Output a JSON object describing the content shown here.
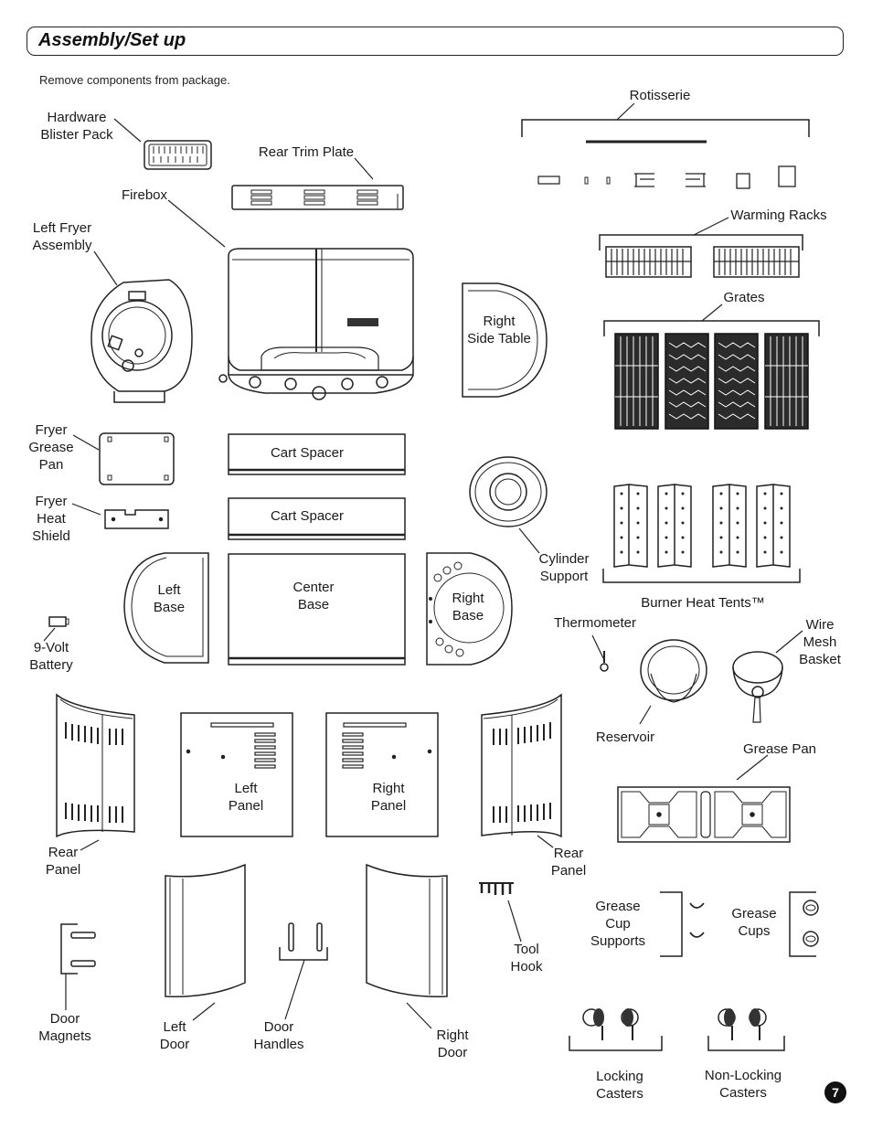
{
  "header": {
    "title": "Assembly/Set up"
  },
  "intro": "Remove components from package.",
  "page_number": "7",
  "labels": {
    "hardware_blister_pack": "Hardware\nBlister Pack",
    "rear_trim_plate": "Rear Trim Plate",
    "firebox": "Firebox",
    "left_fryer_assembly": "Left Fryer\nAssembly",
    "right_side_table": "Right\nSide Table",
    "rotisserie": "Rotisserie",
    "warming_racks": "Warming Racks",
    "grates": "Grates",
    "fryer_grease_pan": "Fryer\nGrease\nPan",
    "cart_spacer_1": "Cart Spacer",
    "cart_spacer_2": "Cart Spacer",
    "fryer_heat_shield": "Fryer\nHeat\nShield",
    "cylinder_support": "Cylinder\nSupport",
    "left_base": "Left\nBase",
    "center_base": "Center\nBase",
    "right_base": "Right\nBase",
    "burner_heat_tents": "Burner Heat Tents™",
    "battery": "9-Volt\nBattery",
    "thermometer": "Thermometer",
    "wire_mesh_basket": "Wire\nMesh\nBasket",
    "reservoir": "Reservoir",
    "grease_pan": "Grease Pan",
    "left_panel": "Left\nPanel",
    "right_panel": "Right\nPanel",
    "rear_panel_left": "Rear\nPanel",
    "rear_panel_right": "Rear\nPanel",
    "grease_cup_supports": "Grease\nCup\nSupports",
    "grease_cups": "Grease\nCups",
    "tool_hook": "Tool\nHook",
    "door_magnets": "Door\nMagnets",
    "left_door": "Left\nDoor",
    "door_handles": "Door\nHandles",
    "right_door": "Right\nDoor",
    "locking_casters": "Locking\nCasters",
    "non_locking_casters": "Non-Locking\nCasters"
  }
}
